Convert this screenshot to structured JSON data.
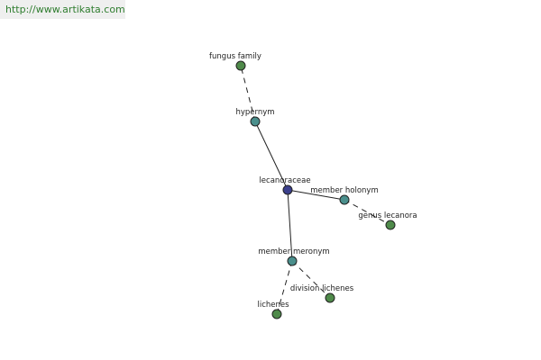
{
  "watermark": "http://www.artikata.com",
  "center": "lecanoraceae",
  "nodes": {
    "center": {
      "label": "lecanoraceae",
      "color": "#3b3f8c"
    },
    "hypernym": {
      "label": "hypernym",
      "color": "#4a8f8c"
    },
    "fungus_family": {
      "label": "fungus family",
      "color": "#4f8a4a"
    },
    "member_holonym": {
      "label": "member holonym",
      "color": "#4a8f8c"
    },
    "genus_lecanora": {
      "label": "genus lecanora",
      "color": "#4f8a4a"
    },
    "member_meronym": {
      "label": "member meronym",
      "color": "#4a8f8c"
    },
    "division_lichenes": {
      "label": "division lichenes",
      "color": "#4f8a4a"
    },
    "lichenes": {
      "label": "lichenes",
      "color": "#4f8a4a"
    }
  },
  "edges": [
    {
      "from": "center",
      "to": "hypernym",
      "style": "solid"
    },
    {
      "from": "hypernym",
      "to": "fungus_family",
      "style": "dashed"
    },
    {
      "from": "center",
      "to": "member_holonym",
      "style": "solid"
    },
    {
      "from": "member_holonym",
      "to": "genus_lecanora",
      "style": "dashed"
    },
    {
      "from": "center",
      "to": "member_meronym",
      "style": "solid"
    },
    {
      "from": "member_meronym",
      "to": "division_lichenes",
      "style": "dashed"
    },
    {
      "from": "member_meronym",
      "to": "lichenes",
      "style": "dashed"
    }
  ]
}
